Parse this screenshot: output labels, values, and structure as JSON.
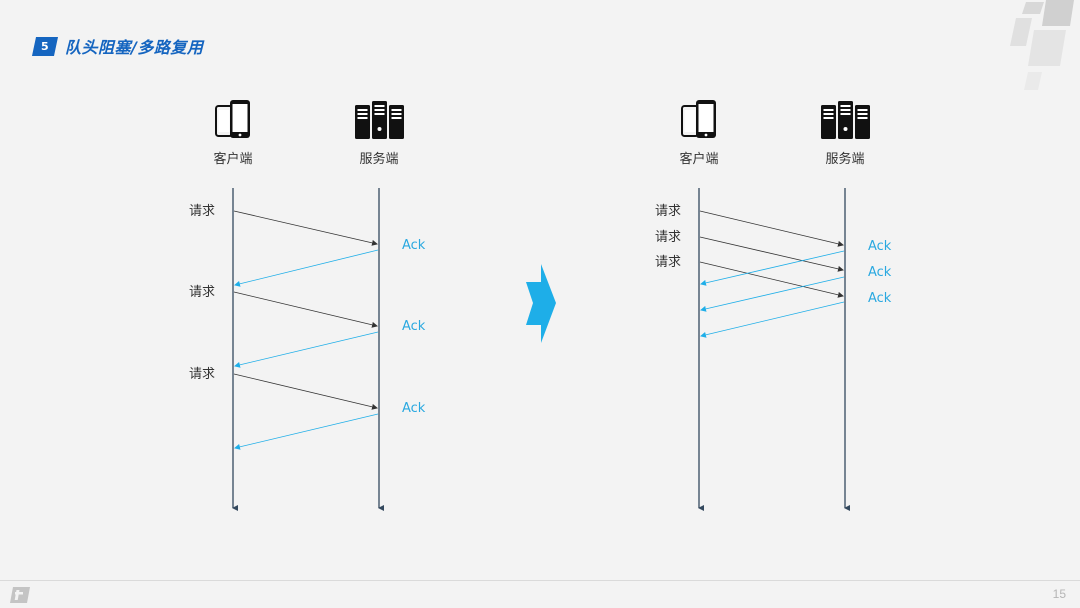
{
  "slide": {
    "section_number": "5",
    "title": "队头阻塞/多路复用",
    "page_number": "15"
  },
  "diagram_left": {
    "client_label": "客户端",
    "server_label": "服务端",
    "requests": [
      {
        "label": "请求",
        "ack": "Ack"
      },
      {
        "label": "请求",
        "ack": "Ack"
      },
      {
        "label": "请求",
        "ack": "Ack"
      }
    ]
  },
  "diagram_right": {
    "client_label": "客户端",
    "server_label": "服务端",
    "requests": [
      {
        "label": "请求",
        "ack": "Ack"
      },
      {
        "label": "请求",
        "ack": "Ack"
      },
      {
        "label": "请求",
        "ack": "Ack"
      }
    ]
  },
  "colors": {
    "accent": "#1565c0",
    "ack": "#29a8e0",
    "arrow": "#1eaee8",
    "request_line": "#333333",
    "timeline": "#34495e"
  },
  "icons": {
    "client": "phone-icon",
    "server": "server-rack-icon",
    "transition": "right-arrow-icon"
  }
}
